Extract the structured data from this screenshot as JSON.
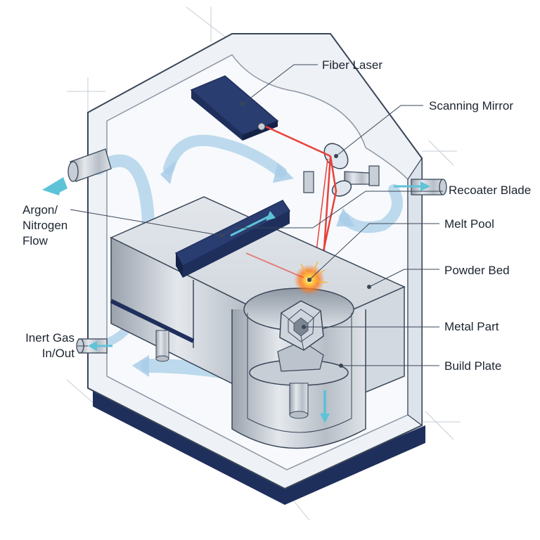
{
  "labels": {
    "fiber_laser": "Fiber Laser",
    "scanning_mirror": "Scanning Mirror",
    "recoater_blade": "Recoater Blade",
    "melt_pool": "Melt Pool",
    "powder_bed": "Powder Bed",
    "metal_part": "Metal Part",
    "build_plate": "Build Plate",
    "argon_line1": "Argon/",
    "argon_line2": "Nitrogen",
    "argon_line3": "Flow",
    "inert_line1": "Inert Gas",
    "inert_line2": "In/Out"
  },
  "colors": {
    "outline": "#3a4658",
    "chamber_wall": "#e9edf3",
    "chamber_inner": "#f6f8fb",
    "navy": "#1f2f5c",
    "laser": "#e8413a",
    "gas_flow": "#a9cde8",
    "gas_arrow": "#5fc3d8",
    "metal": "#c7ccd3",
    "melt_glow": "#ff8a1f"
  },
  "icons": {
    "fiber_laser": "laser-module-icon",
    "scanning_mirror": "galvo-mirror-icon",
    "recoater_blade": "recoater-blade-icon",
    "metal_part": "lattice-part-icon"
  }
}
